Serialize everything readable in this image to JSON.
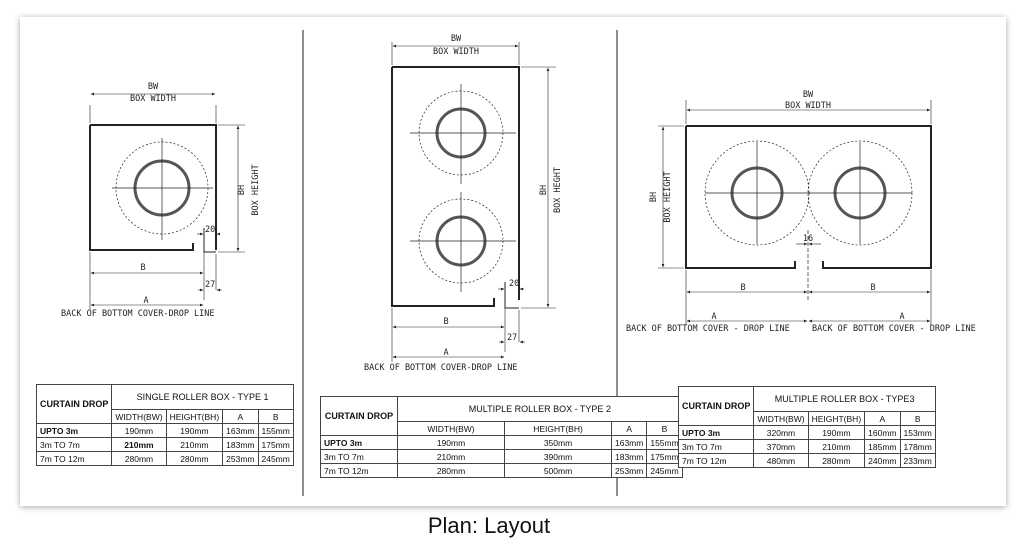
{
  "caption": "Plan: Layout",
  "labels": {
    "bw": "BW",
    "box_width": "BOX WIDTH",
    "bh": "BH",
    "box_height": "BOX HEIGHT",
    "box_height_2": "BOX HEGHT",
    "a": "A",
    "b": "B",
    "d20": "20",
    "d27": "27",
    "d16": "16",
    "back_line_1": "BACK OF BOTTOM COVER-DROP LINE",
    "back_line_3": "BACK OF BOTTOM COVER - DROP LINE"
  },
  "tables": [
    {
      "title": "SINGLE ROLLER BOX - TYPE 1",
      "head": "CURTAIN DROP",
      "cols": [
        "WIDTH(BW)",
        "HEIGHT(BH)",
        "A",
        "B"
      ],
      "rows": [
        {
          "label": "UPTO 3m",
          "cells": [
            "190mm",
            "190mm",
            "163mm",
            "155mm"
          ]
        },
        {
          "label": "3m TO 7m",
          "cells": [
            "210mm",
            "210mm",
            "183mm",
            "175mm"
          ]
        },
        {
          "label": "7m TO 12m",
          "cells": [
            "280mm",
            "280mm",
            "253mm",
            "245mm"
          ]
        }
      ]
    },
    {
      "title": "MULTIPLE ROLLER BOX - TYPE 2",
      "head": "CURTAIN DROP",
      "cols": [
        "WIDTH(BW)",
        "HEIGHT(BH)",
        "A",
        "B"
      ],
      "rows": [
        {
          "label": "UPTO 3m",
          "cells": [
            "190mm",
            "350mm",
            "163mm",
            "155mm"
          ]
        },
        {
          "label": "3m TO 7m",
          "cells": [
            "210mm",
            "390mm",
            "183mm",
            "175mm"
          ]
        },
        {
          "label": "7m TO 12m",
          "cells": [
            "280mm",
            "500mm",
            "253mm",
            "245mm"
          ]
        }
      ]
    },
    {
      "title": "MULTIPLE ROLLER BOX - TYPE3",
      "head": "CURTAIN DROP",
      "cols": [
        "WIDTH(BW)",
        "HEIGHT(BH)",
        "A",
        "B"
      ],
      "rows": [
        {
          "label": "UPTO 3m",
          "cells": [
            "320mm",
            "190mm",
            "160mm",
            "153mm"
          ]
        },
        {
          "label": "3m TO 7m",
          "cells": [
            "370mm",
            "210mm",
            "185mm",
            "178mm"
          ]
        },
        {
          "label": "7m TO 12m",
          "cells": [
            "480mm",
            "280mm",
            "240mm",
            "233mm"
          ]
        }
      ]
    }
  ]
}
